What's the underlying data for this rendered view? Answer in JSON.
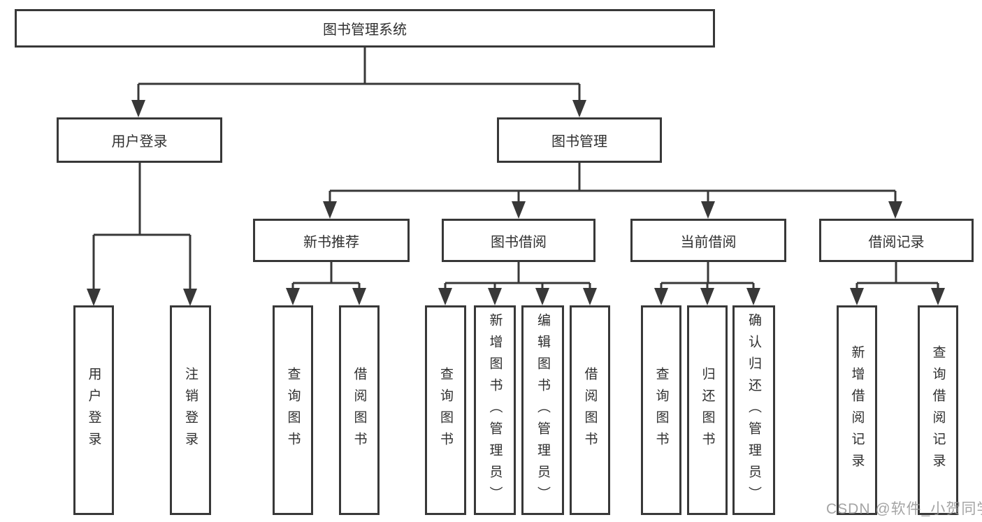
{
  "diagram": {
    "type": "tree",
    "title": "图书管理系统",
    "nodes": {
      "root": {
        "label": "图书管理系统"
      },
      "user_login": {
        "label": "用户登录"
      },
      "book_mgmt": {
        "label": "图书管理"
      },
      "new_book_rec": {
        "label": "新书推荐"
      },
      "book_borrow": {
        "label": "图书借阅"
      },
      "current_borrow": {
        "label": "当前借阅"
      },
      "borrow_record": {
        "label": "借阅记录"
      },
      "leaf_user_login": {
        "label": "用户登录"
      },
      "leaf_logout": {
        "label": "注销登录"
      },
      "leaf_nb_query": {
        "label": "查询图书"
      },
      "leaf_nb_borrow": {
        "label": "借阅图书"
      },
      "leaf_bb_query": {
        "label": "查询图书"
      },
      "leaf_bb_add": {
        "label": "新增图书（管理员）"
      },
      "leaf_bb_edit": {
        "label": "编辑图书（管理员）"
      },
      "leaf_bb_borrow": {
        "label": "借阅图书"
      },
      "leaf_cb_query": {
        "label": "查询图书"
      },
      "leaf_cb_return": {
        "label": "归还图书"
      },
      "leaf_cb_confirm": {
        "label": "确认归还（管理员）"
      },
      "leaf_br_add": {
        "label": "新增借阅记录"
      },
      "leaf_br_query": {
        "label": "查询借阅记录"
      }
    },
    "hierarchy": {
      "图书管理系统": {
        "用户登录": [
          "用户登录",
          "注销登录"
        ],
        "图书管理": {
          "新书推荐": [
            "查询图书",
            "借阅图书"
          ],
          "图书借阅": [
            "查询图书",
            "新增图书（管理员）",
            "编辑图书（管理员）",
            "借阅图书"
          ],
          "当前借阅": [
            "查询图书",
            "归还图书",
            "确认归还（管理员）"
          ],
          "借阅记录": [
            "新增借阅记录",
            "查询借阅记录"
          ]
        }
      }
    }
  },
  "watermark": {
    "text": "CSDN @软件_小贺同学"
  },
  "colors": {
    "line": "#383838",
    "box_border": "#383838",
    "box_bg": "#ffffff",
    "text": "#2f2f2f",
    "watermark": "#949494",
    "background": "#ffffff"
  }
}
